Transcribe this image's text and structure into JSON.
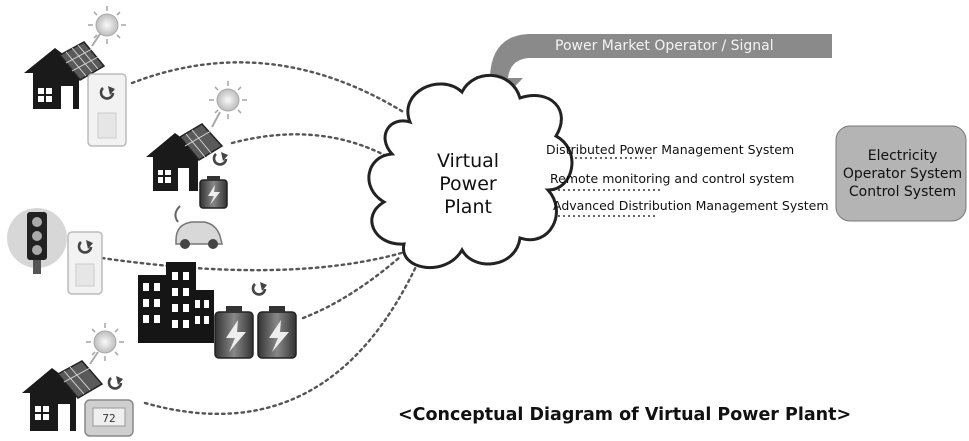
{
  "market_signal": "Power Market Operator / Signal",
  "vpp_lines": [
    "Virtual",
    "Power",
    "Plant"
  ],
  "systems": [
    "Distributed Power Management System",
    "Remote monitoring and control system",
    "Advanced Distribution Management System"
  ],
  "control_box_lines": [
    "Electricity",
    "Operator System",
    "Control System"
  ],
  "caption": "<Conceptual Diagram of Virtual Power Plant>",
  "icons": [
    "house-icon",
    "solar-panel-icon",
    "sun-icon",
    "smart-meter-icon",
    "battery-icon",
    "electric-car-icon",
    "traffic-light-icon",
    "office-building-icon",
    "thermostat-icon"
  ],
  "colors": {
    "arrow": "#8a8a8a",
    "control_box": "#b4b4b4",
    "icon_dark": "#222222"
  }
}
